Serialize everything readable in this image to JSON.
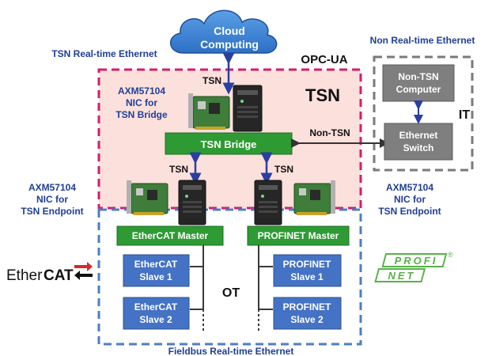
{
  "top_left_label": "TSN Real-time Ethernet",
  "top_right_label": "Non Real-time Ethernet",
  "cloud": {
    "line1": "Cloud",
    "line2": "Computing"
  },
  "opcua_label": "OPC-UA",
  "tsn_zone_title": "TSN",
  "tsn_uplink_label": "TSN",
  "bridge_nic": {
    "line1": "AXM57104",
    "line2": "NIC for",
    "line3": "TSN Bridge"
  },
  "bridge_box": "TSN Bridge",
  "non_tsn_label": "Non-TSN",
  "left_tsn_label": "TSN",
  "right_tsn_label": "TSN",
  "it_zone": {
    "label": "IT",
    "computer": {
      "line1": "Non-TSN",
      "line2": "Computer"
    },
    "switch": {
      "line1": "Ethernet",
      "line2": "Switch"
    }
  },
  "left_endpoint_nic": {
    "line1": "AXM57104",
    "line2": "NIC for",
    "line3": "TSN Endpoint"
  },
  "right_endpoint_nic": {
    "line1": "AXM57104",
    "line2": "NIC for",
    "line3": "TSN Endpoint"
  },
  "ot_label": "OT",
  "ethercat": {
    "master": "EtherCAT Master",
    "slave1": {
      "line1": "EtherCAT",
      "line2": "Slave 1"
    },
    "slave2": {
      "line1": "EtherCAT",
      "line2": "Slave 2"
    },
    "logo_text_a": "Ether",
    "logo_text_b": "CAT"
  },
  "profinet": {
    "master": "PROFINET Master",
    "slave1": {
      "line1": "PROFINET",
      "line2": "Slave 1"
    },
    "slave2": {
      "line1": "PROFINET",
      "line2": "Slave 2"
    },
    "logo_top": "PROFI",
    "logo_bottom": "NET",
    "logo_mark": "®"
  },
  "bottom_label": "Fieldbus Real-time Ethernet",
  "colors": {
    "magenta_dash": "#d11f6e",
    "tsn_fill": "#fbe0dc",
    "blue_dash": "#4d7fc0",
    "grey_dash": "#7a7a7a",
    "green_box": "#2e9a34",
    "blue_box": "#4472c4",
    "grey_box": "#7f7f7f",
    "text_blue": "#1f3f96",
    "arrow_blue": "#2a3fa0",
    "profinet_green": "#58b048",
    "ethercat_red": "#d7282f"
  }
}
